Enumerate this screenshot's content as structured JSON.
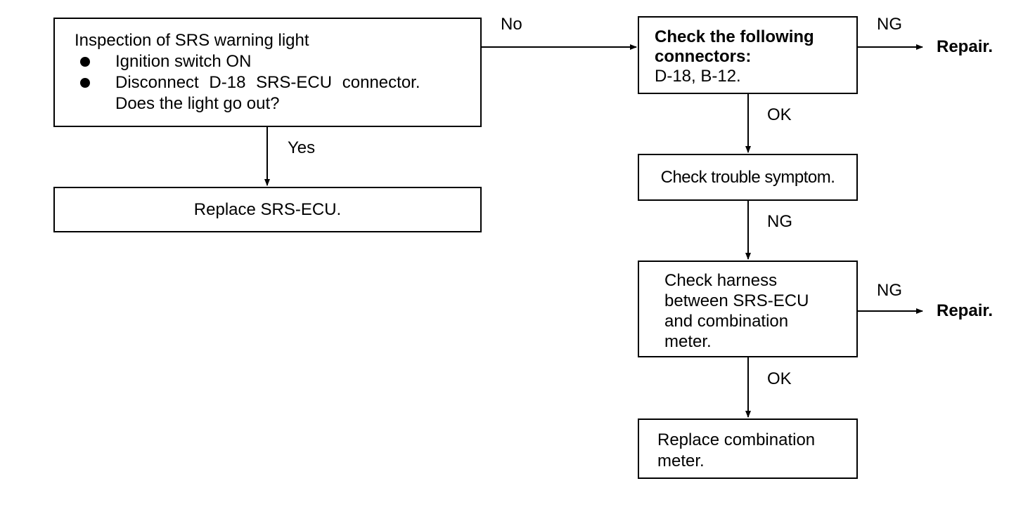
{
  "inspection": {
    "title": "Inspection of SRS warning light",
    "bullets": [
      "Ignition switch ON",
      "Disconnect D-18 SRS-ECU connector."
    ],
    "question": "Does the light go out?"
  },
  "replace_ecu": {
    "text": "Replace SRS-ECU."
  },
  "connectors": {
    "line1": "Check the following",
    "line2": "connectors:",
    "line3": "D-18, B-12."
  },
  "symptom": {
    "text": "Check trouble symptom."
  },
  "harness": {
    "lines": [
      "Check harness",
      "between SRS-ECU",
      "and combination",
      "meter."
    ]
  },
  "replace_meter": {
    "lines": [
      "Replace combination",
      "meter."
    ]
  },
  "labels": {
    "no": "No",
    "yes": "Yes",
    "ng": "NG",
    "ok": "OK"
  },
  "outcomes": {
    "repair": "Repair."
  }
}
